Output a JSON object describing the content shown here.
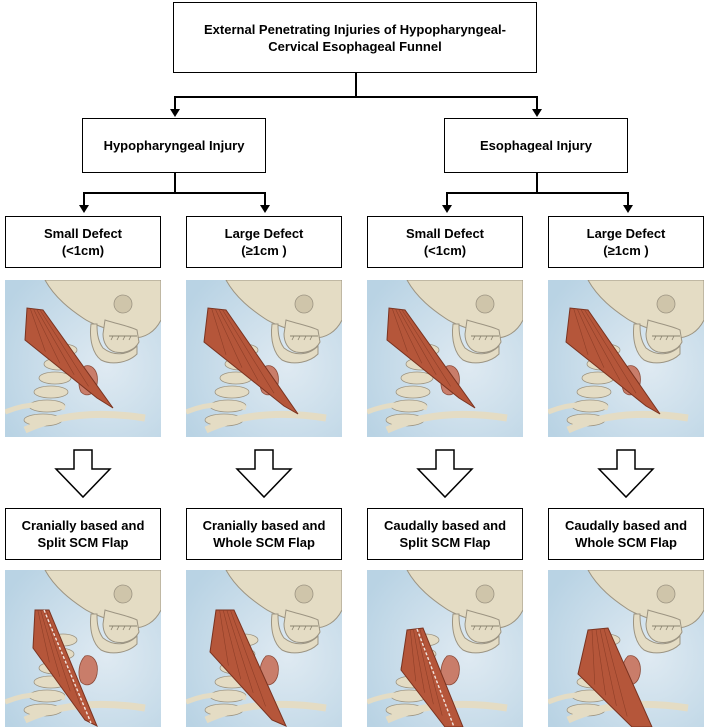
{
  "root": {
    "label": "External Penetrating Injuries of Hypopharyngeal-\nCervical Esophageal Funnel"
  },
  "branches": [
    {
      "label": "Hypopharyngeal Injury"
    },
    {
      "label": "Esophageal Injury"
    }
  ],
  "defects": [
    {
      "label": "Small Defect\n(<1cm)"
    },
    {
      "label": "Large Defect\n(≥1cm )"
    },
    {
      "label": "Small Defect\n(<1cm)"
    },
    {
      "label": "Large Defect\n(≥1cm )"
    }
  ],
  "flaps": [
    {
      "label": "Cranially based and\nSplit SCM Flap"
    },
    {
      "label": "Cranially based and\nWhole SCM Flap"
    },
    {
      "label": "Caudally based and\nSplit SCM Flap"
    },
    {
      "label": "Caudally based and\nWhole SCM Flap"
    }
  ],
  "colors": {
    "sky": "#b9d3e4",
    "bone": "#e4dcc4",
    "muscle": "#b5563a"
  }
}
